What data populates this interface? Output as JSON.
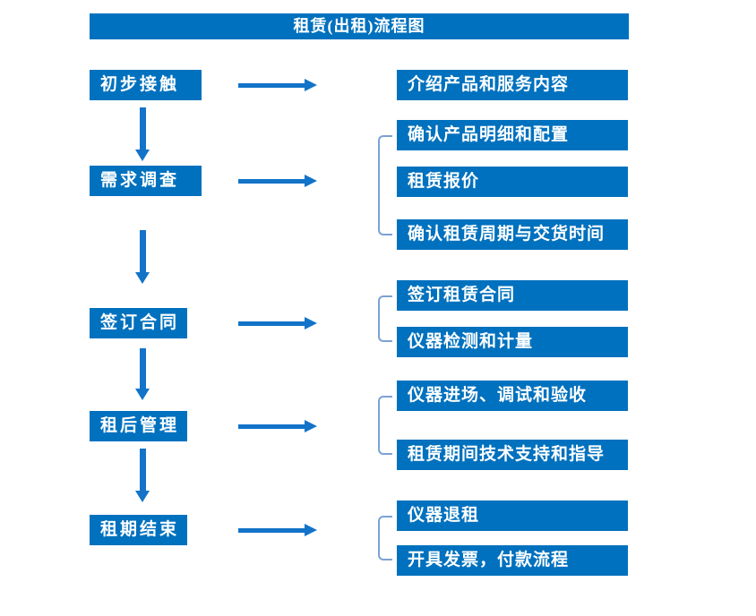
{
  "title": "租赁(出租)流程图",
  "colors": {
    "box_blue": "#0071BE",
    "arrow_blue": "#1273C8",
    "bracket_blue": "#7BA2D4",
    "text_white": "#FFFFFF",
    "background": "#FFFFFF"
  },
  "steps": [
    {
      "label": "初步接触"
    },
    {
      "label": "需求调查"
    },
    {
      "label": "签订合同"
    },
    {
      "label": "租后管理"
    },
    {
      "label": "租期结束"
    }
  ],
  "details": [
    {
      "items": [
        "介绍产品和服务内容"
      ]
    },
    {
      "items": [
        "确认产品明细和配置",
        "租赁报价",
        "确认租赁周期与交货时间"
      ]
    },
    {
      "items": [
        "签订租赁合同",
        "仪器检测和计量"
      ]
    },
    {
      "items": [
        "仪器进场、调试和验收",
        "租赁期间技术支持和指导"
      ]
    },
    {
      "items": [
        "仪器退租",
        "开具发票，付款流程"
      ]
    }
  ]
}
